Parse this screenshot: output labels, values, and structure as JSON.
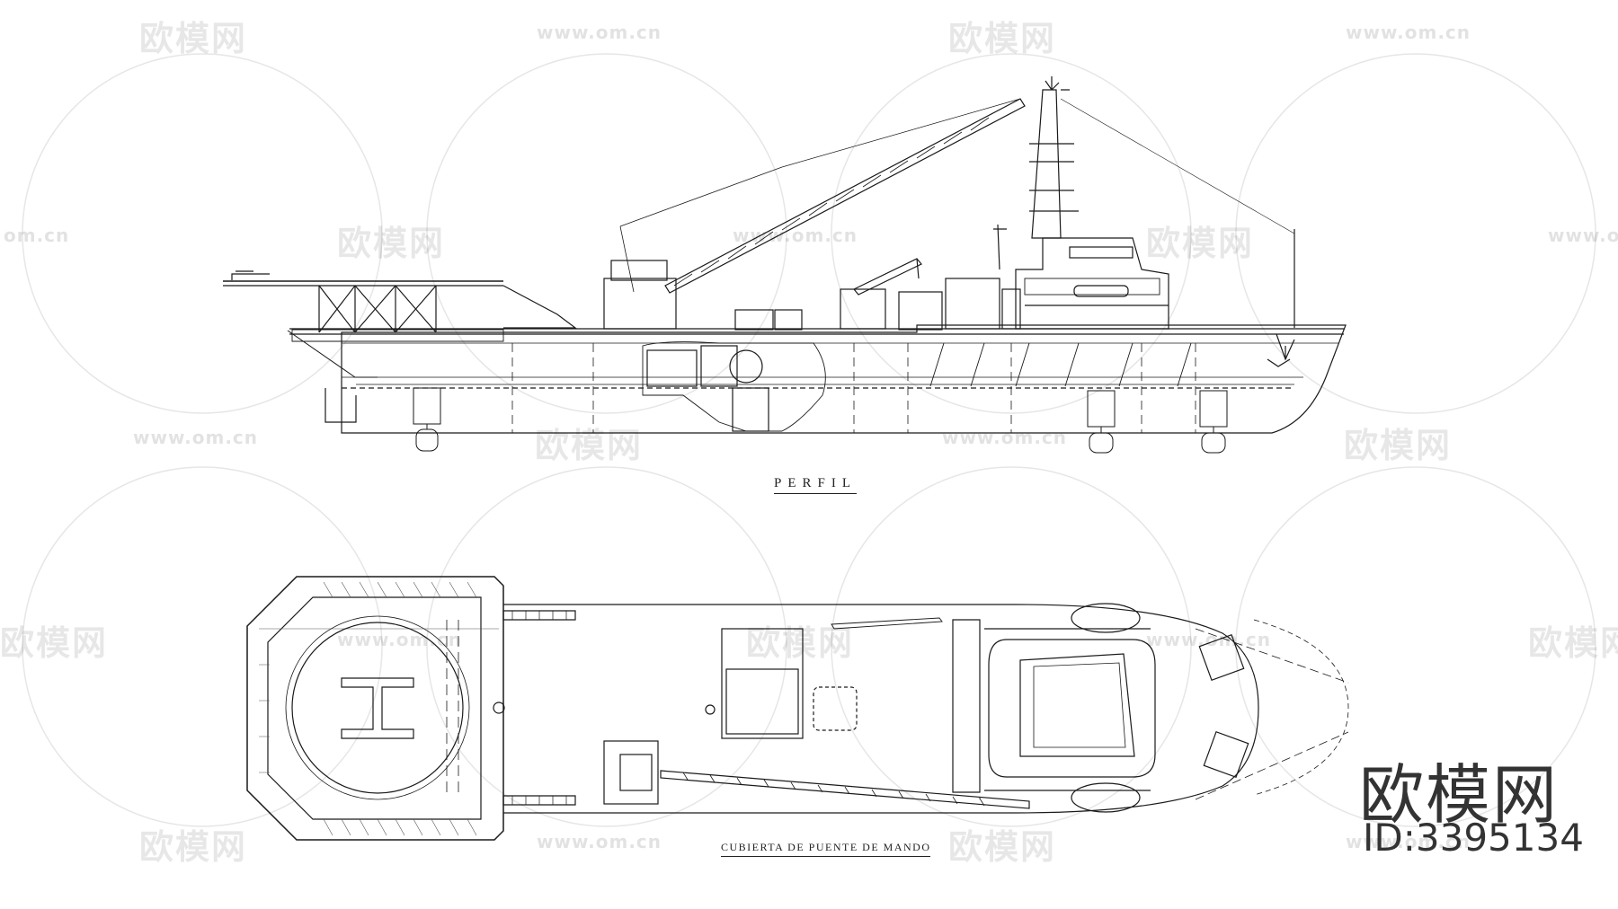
{
  "drawing": {
    "profile_label": "PERFIL",
    "deck_label": "CUBIERTA DE PUENTE DE MANDO"
  },
  "watermark": {
    "logo_text": "欧模网",
    "url_text": "www.om.cn",
    "edge_url_text": "om.cn",
    "brand": "欧模网",
    "id_label": "ID:3395134"
  }
}
